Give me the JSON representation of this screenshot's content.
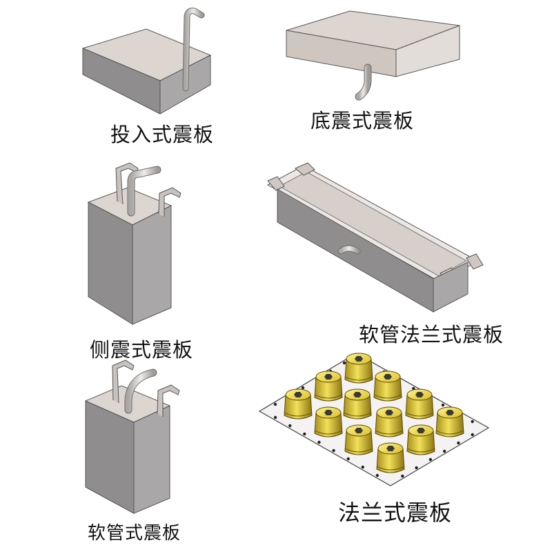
{
  "items": [
    {
      "label": "投入式震板"
    },
    {
      "label": "底震式震板"
    },
    {
      "label": "侧震式震板"
    },
    {
      "label": "软管法兰式震板"
    },
    {
      "label": "软管式震板"
    },
    {
      "label": "法兰式震板"
    }
  ],
  "colors": {
    "box_top": "#dcd5d0",
    "box_side": "#a8a6a6",
    "box_front": "#8f8d8e",
    "pipe": "#d9d6d4",
    "bracket": "#c9c3bf",
    "flange_plate": "#f4f2f2",
    "transducer": "#e8d23a"
  }
}
